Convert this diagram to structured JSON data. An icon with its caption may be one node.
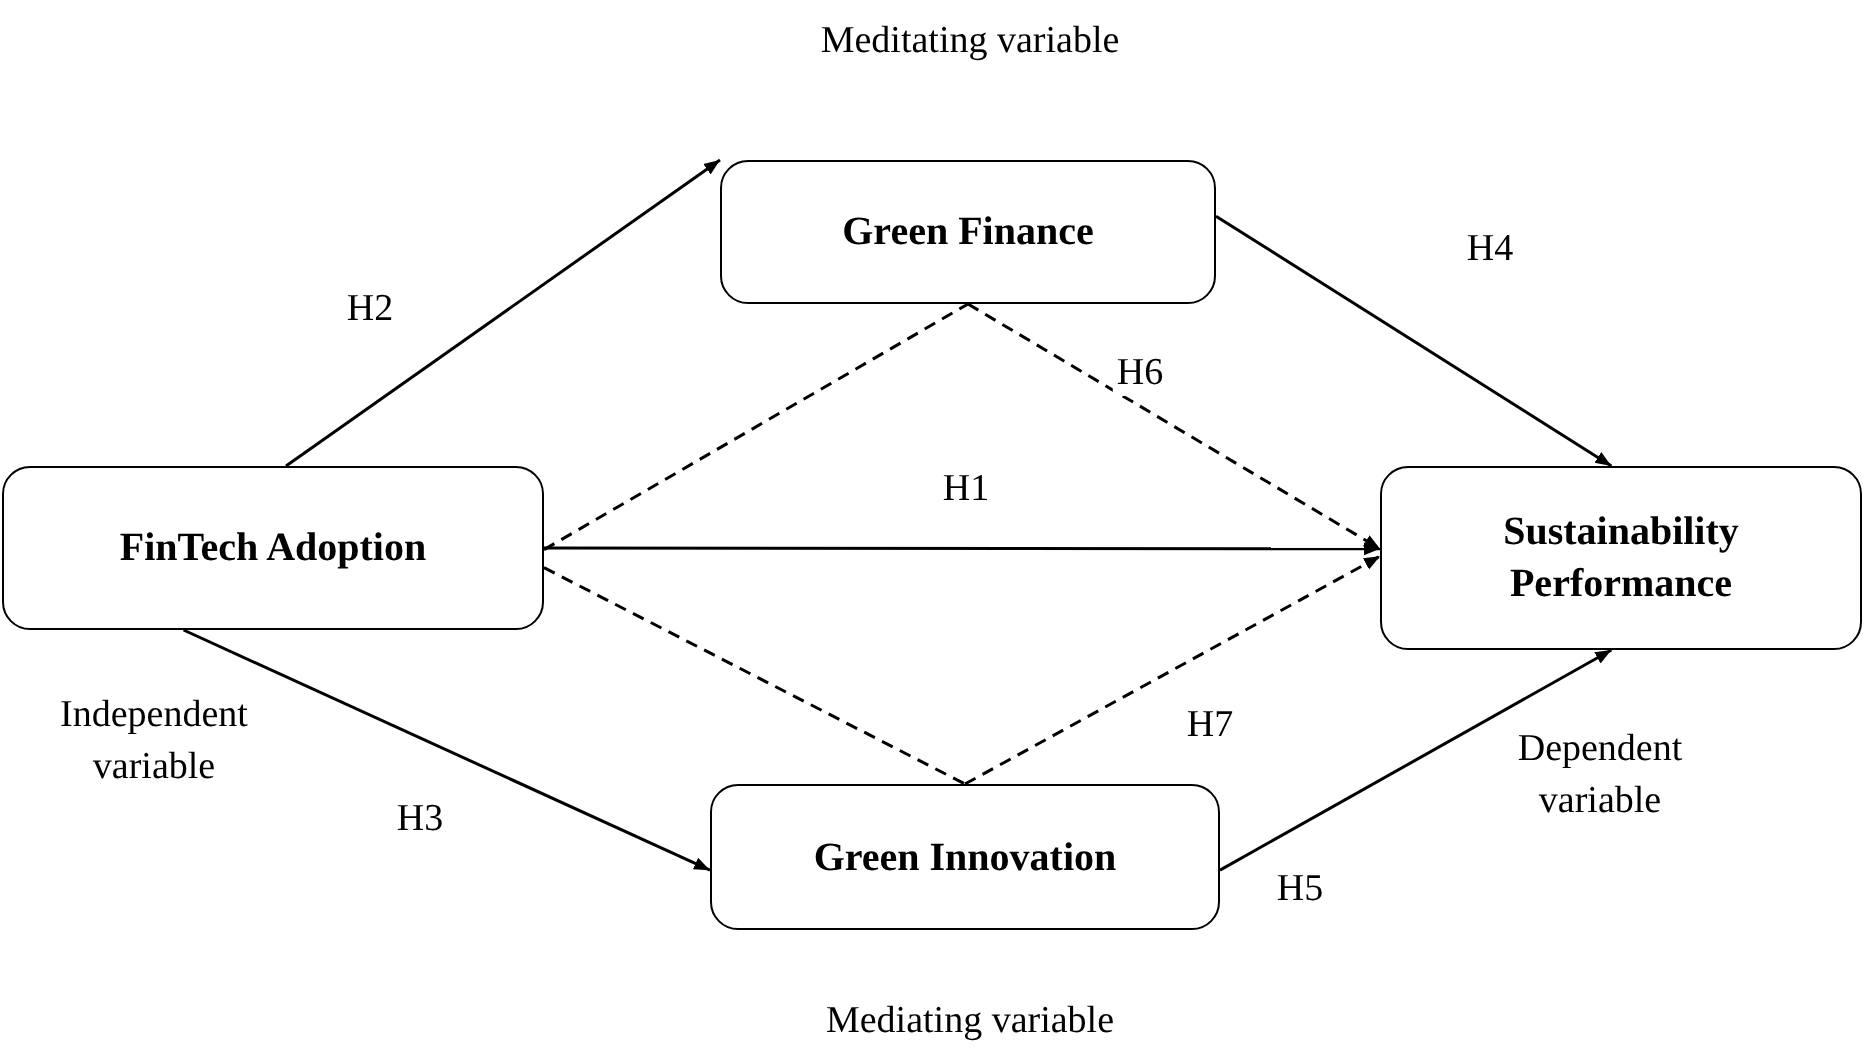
{
  "diagram": {
    "nodes": [
      {
        "text": [
          "FinTech Adoption"
        ],
        "beside": [
          "Independent variable"
        ]
      },
      {
        "text": [
          "Green Finance"
        ],
        "beside": [
          "Meditating variable"
        ]
      },
      {
        "text": [
          "Green Innovation"
        ],
        "beside": [
          "Mediating variable"
        ]
      },
      {
        "text": [
          "Sustainability Performance"
        ],
        "beside": [
          "Dependent variable"
        ]
      }
    ],
    "edges": [
      {
        "from": 0,
        "to": 1,
        "arrow": "to",
        "label": "H2"
      },
      {
        "from": 1,
        "to": 3,
        "arrow": "to",
        "label": "H4"
      },
      {
        "from": 0,
        "to": 1,
        "arrow": "none",
        "style": "dashed"
      },
      {
        "from": 1,
        "to": 3,
        "arrow": "to",
        "style": "dashed",
        "label": "H6"
      },
      {
        "from": 0,
        "to": 3,
        "arrow": "to",
        "label": "H1"
      },
      {
        "from": 0,
        "to": 2,
        "arrow": "none",
        "style": "dashed"
      },
      {
        "from": 2,
        "to": 3,
        "arrow": "to",
        "style": "dashed",
        "label": "H7"
      },
      {
        "from": 0,
        "to": 2,
        "arrow": "to",
        "label": "H3"
      },
      {
        "from": 2,
        "to": 3,
        "arrow": "to",
        "label": "H5"
      }
    ]
  }
}
